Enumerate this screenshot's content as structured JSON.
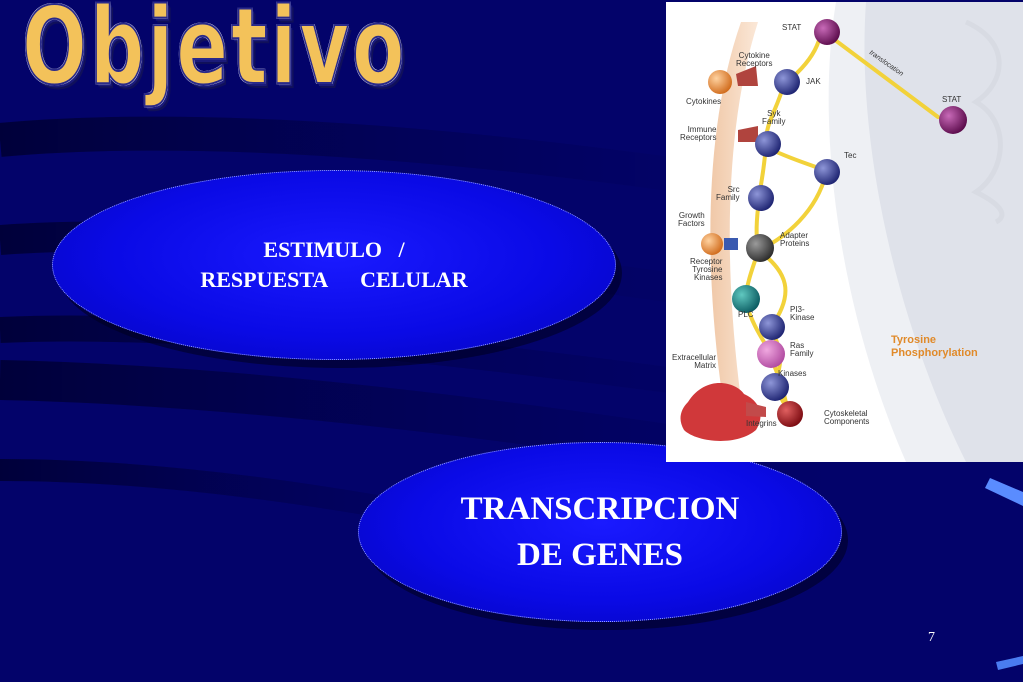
{
  "title": "Objetivo",
  "oval_stimulus": {
    "line1": "ESTIMULO   /",
    "line2": "RESPUESTA      CELULAR"
  },
  "oval_transcription": {
    "line1": "TRANSCRIPCION",
    "line2": "DE GENES"
  },
  "page_number": "7",
  "colors": {
    "background": "#03036a",
    "oval": "#0a0ae6",
    "title": "#f3c25a"
  },
  "diagram": {
    "labels": {
      "stat_top": "STAT",
      "cytokine_receptors": "Cytokine\nReceptors",
      "jak": "JAK",
      "cytokines": "Cytokines",
      "translocation": "translocation",
      "stat_right": "STAT",
      "syk_family": "Syk\nFamily",
      "immune_receptors": "Immune\nReceptors",
      "tec": "Tec",
      "src_family": "Src\nFamily",
      "growth_factors": "Growth\nFactors",
      "adapter_proteins": "Adapter\nProteins",
      "receptor_tyrosine_kinases": "Receptor\nTyrosine\nKinases",
      "plc": "PLC",
      "pi3_kinase": "PI3-\nKinase",
      "ras_family": "Ras\nFamily",
      "extracellular_matrix": "Extracellular\nMatrix",
      "kinases": "Kinases",
      "integrins": "Integrins",
      "cytoskeletal_components": "Cytoskeletal\nComponents",
      "tyrosine_phosphorylation": "Tyrosine\nPhosphorylation"
    }
  }
}
